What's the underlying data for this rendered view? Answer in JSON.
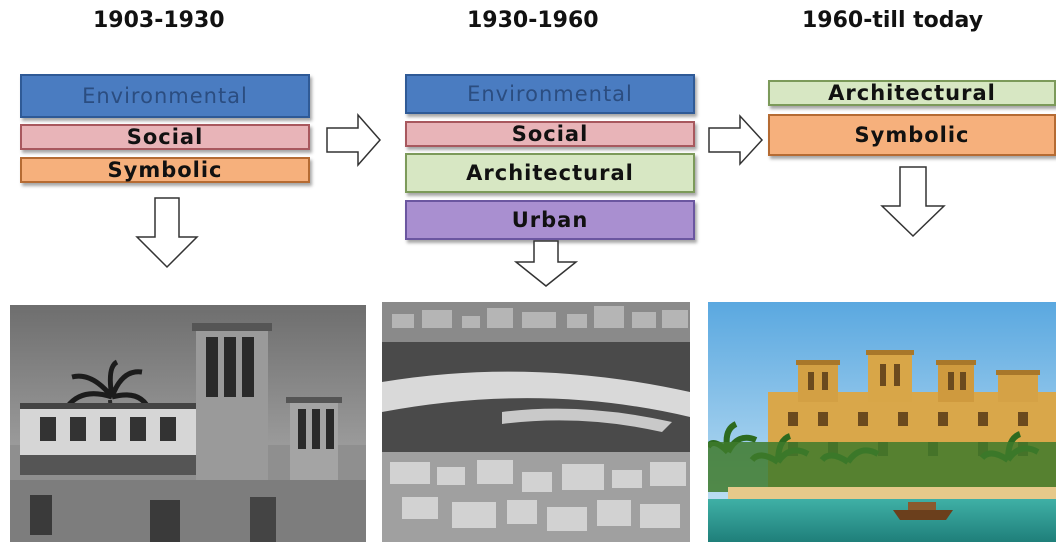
{
  "periods": [
    {
      "title": "1903-1930",
      "factors": [
        {
          "label": "Environmental",
          "fill": "#4a7cc1",
          "border": "#2f5a96",
          "text": "#2b4d80"
        },
        {
          "label": "Social",
          "fill": "#e8b4b8",
          "border": "#a8585e",
          "text": "#111111"
        },
        {
          "label": "Symbolic",
          "fill": "#f6b07c",
          "border": "#b56b33",
          "text": "#111111"
        }
      ]
    },
    {
      "title": "1930-1960",
      "factors": [
        {
          "label": "Environmental",
          "fill": "#4a7cc1",
          "border": "#2f5a96",
          "text": "#2b4d80"
        },
        {
          "label": "Social",
          "fill": "#e8b4b8",
          "border": "#a8585e",
          "text": "#111111"
        },
        {
          "label": "Architectural",
          "fill": "#d7e7c3",
          "border": "#7c9a5a",
          "text": "#111111"
        },
        {
          "label": "Urban",
          "fill": "#a98fd0",
          "border": "#6b56a0",
          "text": "#111111"
        }
      ]
    },
    {
      "title": "1960-till today",
      "factors": [
        {
          "label": "Architectural",
          "fill": "#d7e7c3",
          "border": "#7c9a5a",
          "text": "#111111"
        },
        {
          "label": "Symbolic",
          "fill": "#f6b07c",
          "border": "#b56b33",
          "text": "#111111"
        }
      ]
    }
  ],
  "arrow_icon": "outline-arrow-icon"
}
